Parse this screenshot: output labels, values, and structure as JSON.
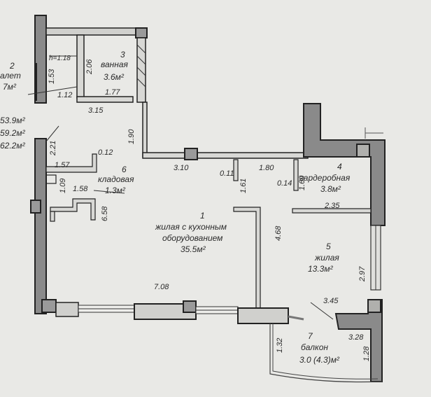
{
  "rooms": [
    {
      "id": "r1",
      "number": "1",
      "name_l1": "жилая с кухонным",
      "name_l2": "оборудованием",
      "area": "35.5м²"
    },
    {
      "id": "r2",
      "number": "2",
      "name_l1": "алет",
      "area": "7м²"
    },
    {
      "id": "r3",
      "number": "3",
      "name_l1": "ванная",
      "area": "3.6м²"
    },
    {
      "id": "r4",
      "number": "4",
      "name_l1": "гардеробная",
      "area": "3.8м²"
    },
    {
      "id": "r5",
      "number": "5",
      "name_l1": "жилая",
      "area": "13.3м²"
    },
    {
      "id": "r6",
      "number": "6",
      "name_l1": "кладовая",
      "area": "1.3м²"
    },
    {
      "id": "r7",
      "number": "7",
      "name_l1": "балкон",
      "area": "3.0 (4.3)м²"
    }
  ],
  "totals": [
    "53.9м²",
    "59.2м²",
    "62.2м²"
  ],
  "height_note": "h=1.18",
  "dims": {
    "d153": "1.53",
    "d206": "2.06",
    "d112": "1.12",
    "d177": "1.77",
    "d315": "3.15",
    "d190": "1.90",
    "d221": "2.21",
    "d012": "0.12",
    "d157": "1.57",
    "d109": "1.09",
    "d158": "1.58",
    "d658": "6.58",
    "d310": "3.10",
    "d011": "0.11",
    "d180": "1.80",
    "d161": "1.61",
    "d014": "0.14",
    "d160": "1.60",
    "d235": "2.35",
    "d468": "4.68",
    "d297": "2.97",
    "d708": "7.08",
    "d345": "3.45",
    "d132": "1.32",
    "d328": "3.28",
    "d128": "1.28"
  }
}
